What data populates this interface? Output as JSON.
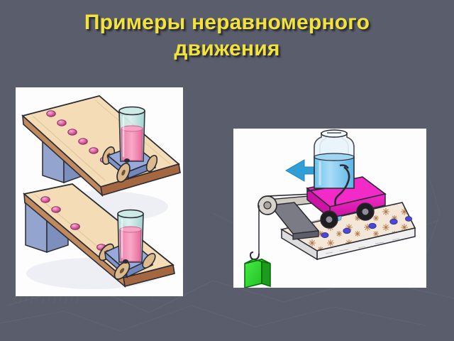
{
  "slide": {
    "background_color": "#5a5d6b",
    "title": {
      "line1": "Примеры неравномерного",
      "line2": "движения",
      "color": "#f2e33c",
      "shadow_color": "#2f3038"
    }
  },
  "figures": [
    {
      "id": "incline-shallow",
      "caption_text": "",
      "description": "Наклонная плоскость с малым углом: тележка с мензуркой капает краской",
      "ramp_color": "#f3dcb4",
      "ramp_edge_color": "#8a5a3b",
      "support_color": "#8c9cc4",
      "cart_body_color": "#8fa3d4",
      "wheel_color": "#d9b98e",
      "liquid_color": "#f08ab0",
      "glass_color": "#a9ddd9",
      "drop_color": "#cf4b8d",
      "drop_count": 6
    },
    {
      "id": "incline-steep",
      "caption_text": "",
      "description": "Наклонная плоскость с большим углом: капли расположены всё дальше друг от друга",
      "ramp_color": "#f3dcb4",
      "ramp_edge_color": "#8a5a3b",
      "support_color": "#8c9cc4",
      "cart_body_color": "#8fa3d4",
      "wheel_color": "#d9b98e",
      "liquid_color": "#f08ab0",
      "glass_color": "#a9ddd9",
      "drop_color": "#cf4b8d",
      "drop_count": 4
    },
    {
      "id": "cart-pulley-table",
      "description": "Тележка с бутылкой на столе, тянется грузом через блок; капли на столе",
      "arrow_color": "#2f9fd6",
      "arrow_direction": "left",
      "cart_color": "#e018b8",
      "bottle_liquid_color": "#6fc3ef",
      "weight_color": "#2fd42f",
      "table_color": "#f0e2d2",
      "table_speckle_color": "#b07a4e",
      "drop_color": "#4a4ad0",
      "drop_count": 5,
      "pulley_color": "#b9b0a6",
      "belt_color": "#7b7b86"
    }
  ]
}
